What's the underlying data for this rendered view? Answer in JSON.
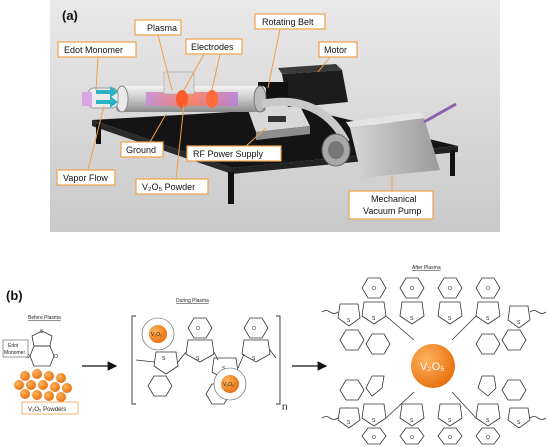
{
  "panel_a": {
    "tag": "(a)",
    "labels": {
      "plasma": "Plasma",
      "rotating_belt": "Rotating Belt",
      "edot_monomer": "Edot Monomer",
      "electrodes": "Electrodes",
      "motor": "Motor",
      "ground": "Ground",
      "rf_power_supply": "RF Power Supply",
      "vapor_flow": "Vapor Flow",
      "v2o5_powder": "V₂O₅ Powder",
      "vacuum_pump_line1": "Mechanical",
      "vacuum_pump_line2": "Vacuum Pump"
    }
  },
  "panel_b": {
    "tag": "(b)",
    "before_title": "Before Plasma",
    "during_title": "During Plasma",
    "after_title": "After Plasma",
    "edot_line1": "Edot",
    "edot_line2": "Monomer",
    "powders_label": "V₂O₅ Powders",
    "repeat_n": "n",
    "center_label": "V₂O₅",
    "small_label": "V₂O₅",
    "atom_s": "S",
    "atom_o": "O"
  },
  "colors": {
    "orange": "#f28a1e",
    "orange_dark": "#d9620b",
    "callout": "#f0a04b",
    "plasma_glow": "#e6a3e6",
    "arrow_cyan": "#2bb3c4"
  }
}
